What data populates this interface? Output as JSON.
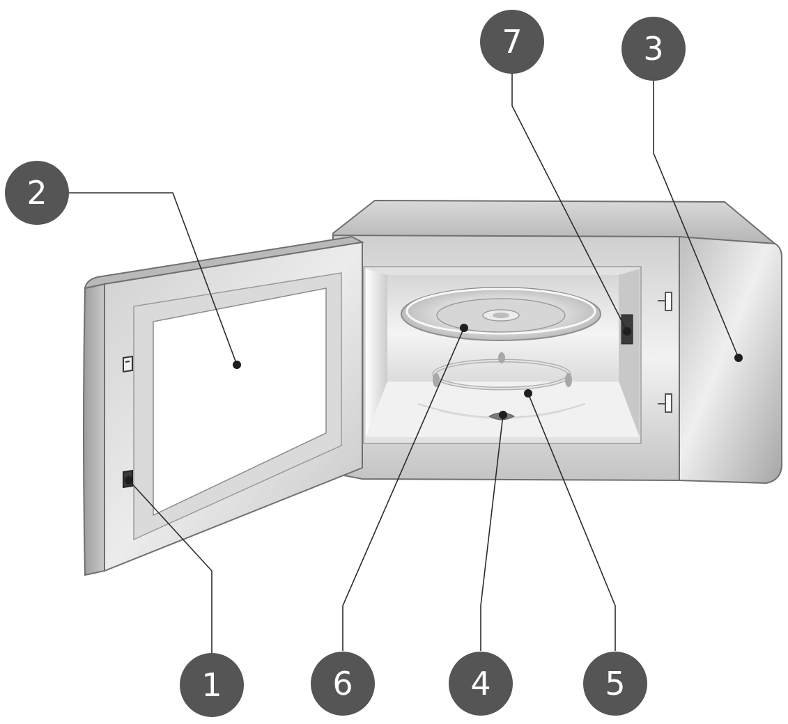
{
  "callouts": [
    {
      "id": "door-latch",
      "label": "1"
    },
    {
      "id": "door-window",
      "label": "2"
    },
    {
      "id": "control-panel",
      "label": "3"
    },
    {
      "id": "turntable-coupler",
      "label": "4"
    },
    {
      "id": "roller-ring",
      "label": "5"
    },
    {
      "id": "glass-tray",
      "label": "6"
    },
    {
      "id": "waveguide-cover",
      "label": "7"
    }
  ],
  "colors": {
    "badge": "#555555",
    "badge_text": "#ffffff",
    "leader": "#2b2b2b",
    "body_light": "#ececec",
    "body_dark": "#a9a9a9"
  }
}
